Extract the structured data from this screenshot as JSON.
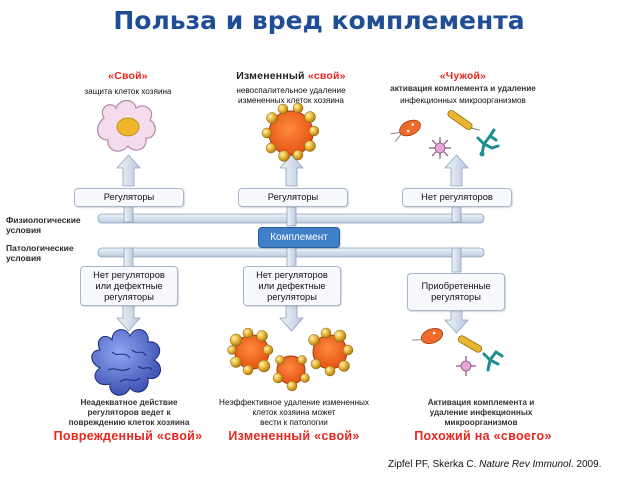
{
  "title": "Польза и вред комплемента",
  "columns": {
    "self": {
      "heading_open": "«Свой»",
      "subtitle": "защита клеток хозяина",
      "regulator_box": "Регуляторы",
      "patho_box": "Нет регуляторов\nили дефектные\nрегуляторы",
      "bottom_sub": "Неадекватное действие\nрегуляторов ведет к\nповреждению клеток хозяина",
      "bottom_title": "Поврежденный «свой»"
    },
    "altered": {
      "heading_black": "Измененный ",
      "heading_red": "«свой»",
      "subtitle": "невоспалительное удаление\nизмененных клеток хозяина",
      "regulator_box": "Регуляторы",
      "patho_box": "Нет регуляторов\nили дефектные\nрегуляторы",
      "bottom_sub": "Неэффективное удаление измененных\nклеток хозяина может\nвести к патологии",
      "bottom_title": "Измененный «свой»"
    },
    "foreign": {
      "heading": "«Чужой»",
      "subtitle_bold": "активация комплемента и удаление",
      "subtitle": "инфекционных микроорганизмов",
      "regulator_box": "Нет регуляторов",
      "patho_box": "Приобретенные\nрегуляторы",
      "bottom_sub": "Активация комплемента и\nудаление инфекционных\nмикроорганизмов",
      "bottom_title": "Похожий на «своего»"
    }
  },
  "center": {
    "complement": "Комплемент"
  },
  "side_labels": {
    "physiological": "Физиологические\nусловия",
    "pathological": "Патологические\nусловия"
  },
  "citation": {
    "authors": "Zipfel PF, Skerka C. ",
    "journal": "Nature Rev Immunol",
    "year": ". 2009."
  },
  "colors": {
    "title": "#1f4e96",
    "accent_red": "#e8271e",
    "complement_blue": "#3f80c9",
    "pipe_fill": "#d7e2ef",
    "pipe_stroke": "#8ea3be",
    "cell_orange": "#f25a18",
    "bead_gold": "#e9b533",
    "self_cell_pink": "#f2d7ea"
  }
}
